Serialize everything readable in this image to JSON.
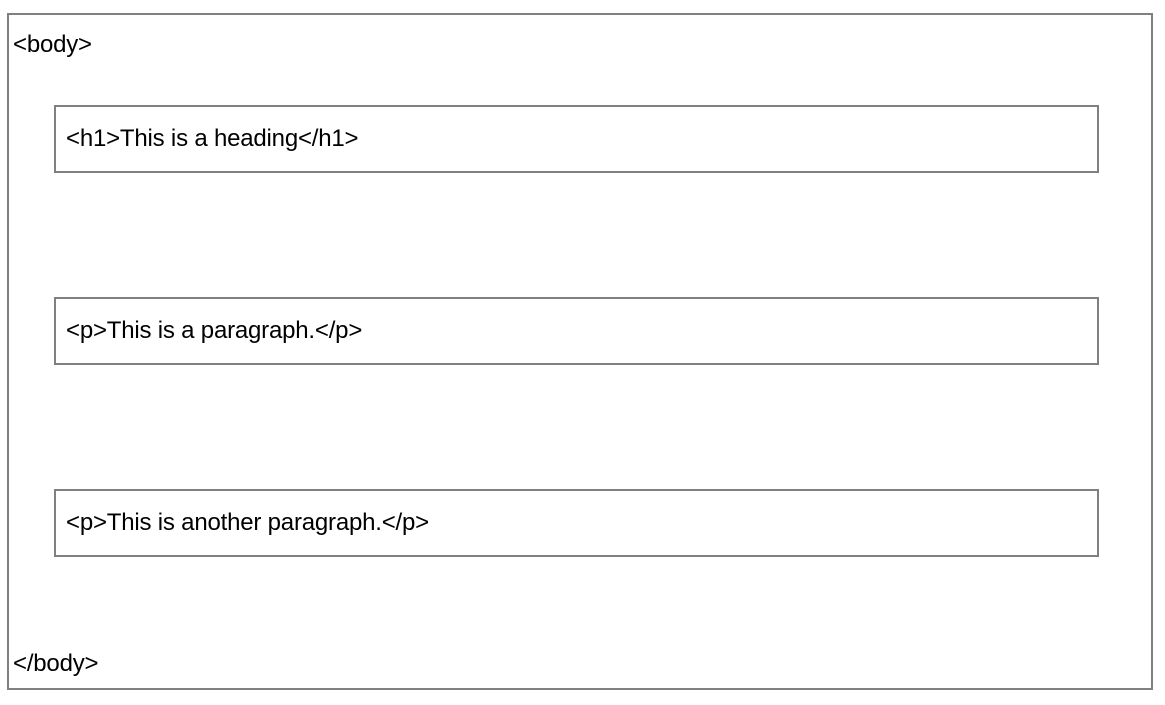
{
  "diagram": {
    "body_open": "<body>",
    "body_close": "</body>",
    "elements": [
      {
        "text": "<h1>This is a heading</h1>"
      },
      {
        "text": "<p>This is a paragraph.</p>"
      },
      {
        "text": "<p>This is another paragraph.</p>"
      }
    ]
  },
  "colors": {
    "border": "#808080",
    "background": "#ffffff",
    "text": "#000000"
  }
}
